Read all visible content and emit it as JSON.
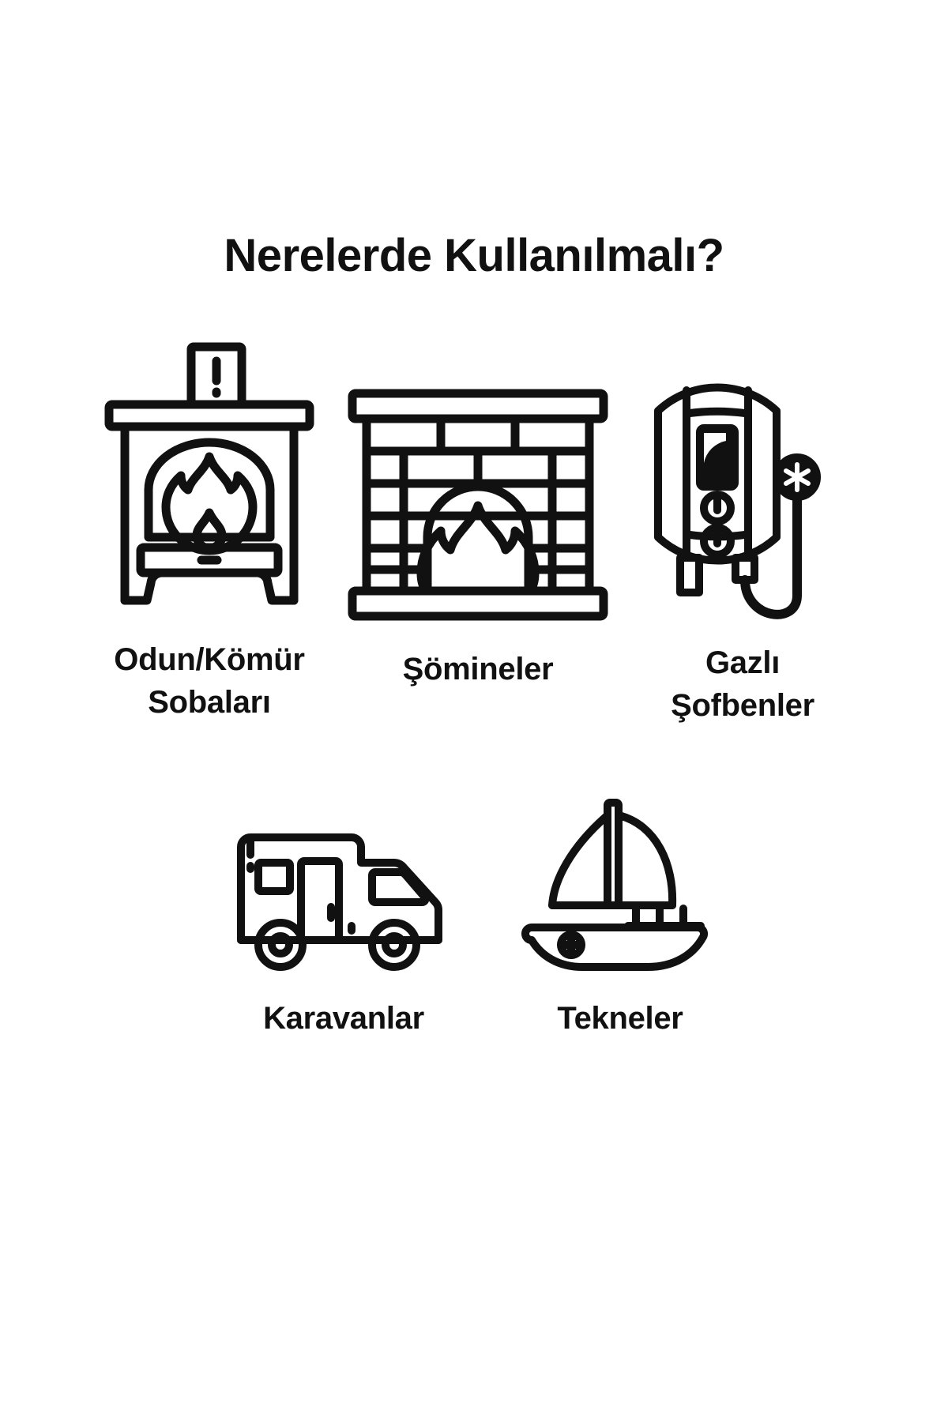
{
  "page": {
    "title": "Nerelerde Kullanılmalı?",
    "background_color": "#ffffff",
    "ink_color": "#111111"
  },
  "items": [
    {
      "id": "odun-komur-sobalari",
      "icon": "wood-coal-stove-icon",
      "label": "Odun/Kömür\nSobaları",
      "label_line_1": "Odun/Kömür",
      "label_line_2": "Sobaları",
      "row": 1,
      "column": 1
    },
    {
      "id": "somineler",
      "icon": "brick-fireplace-icon",
      "label": "Şömineler",
      "label_line_1": "Şömineler",
      "label_line_2": "",
      "row": 1,
      "column": 2
    },
    {
      "id": "gazli-sofbenler",
      "icon": "gas-water-heater-icon",
      "label": "Gazlı\nŞofbenler",
      "label_line_1": "Gazlı",
      "label_line_2": "Şofbenler",
      "row": 1,
      "column": 3
    },
    {
      "id": "karavanlar",
      "icon": "caravan-motorhome-icon",
      "label": "Karavanlar",
      "label_line_1": "Karavanlar",
      "label_line_2": "",
      "row": 2,
      "column": 1
    },
    {
      "id": "tekneler",
      "icon": "sailboat-icon",
      "label": "Tekneler",
      "label_line_1": "Tekneler",
      "label_line_2": "",
      "row": 2,
      "column": 2
    }
  ]
}
